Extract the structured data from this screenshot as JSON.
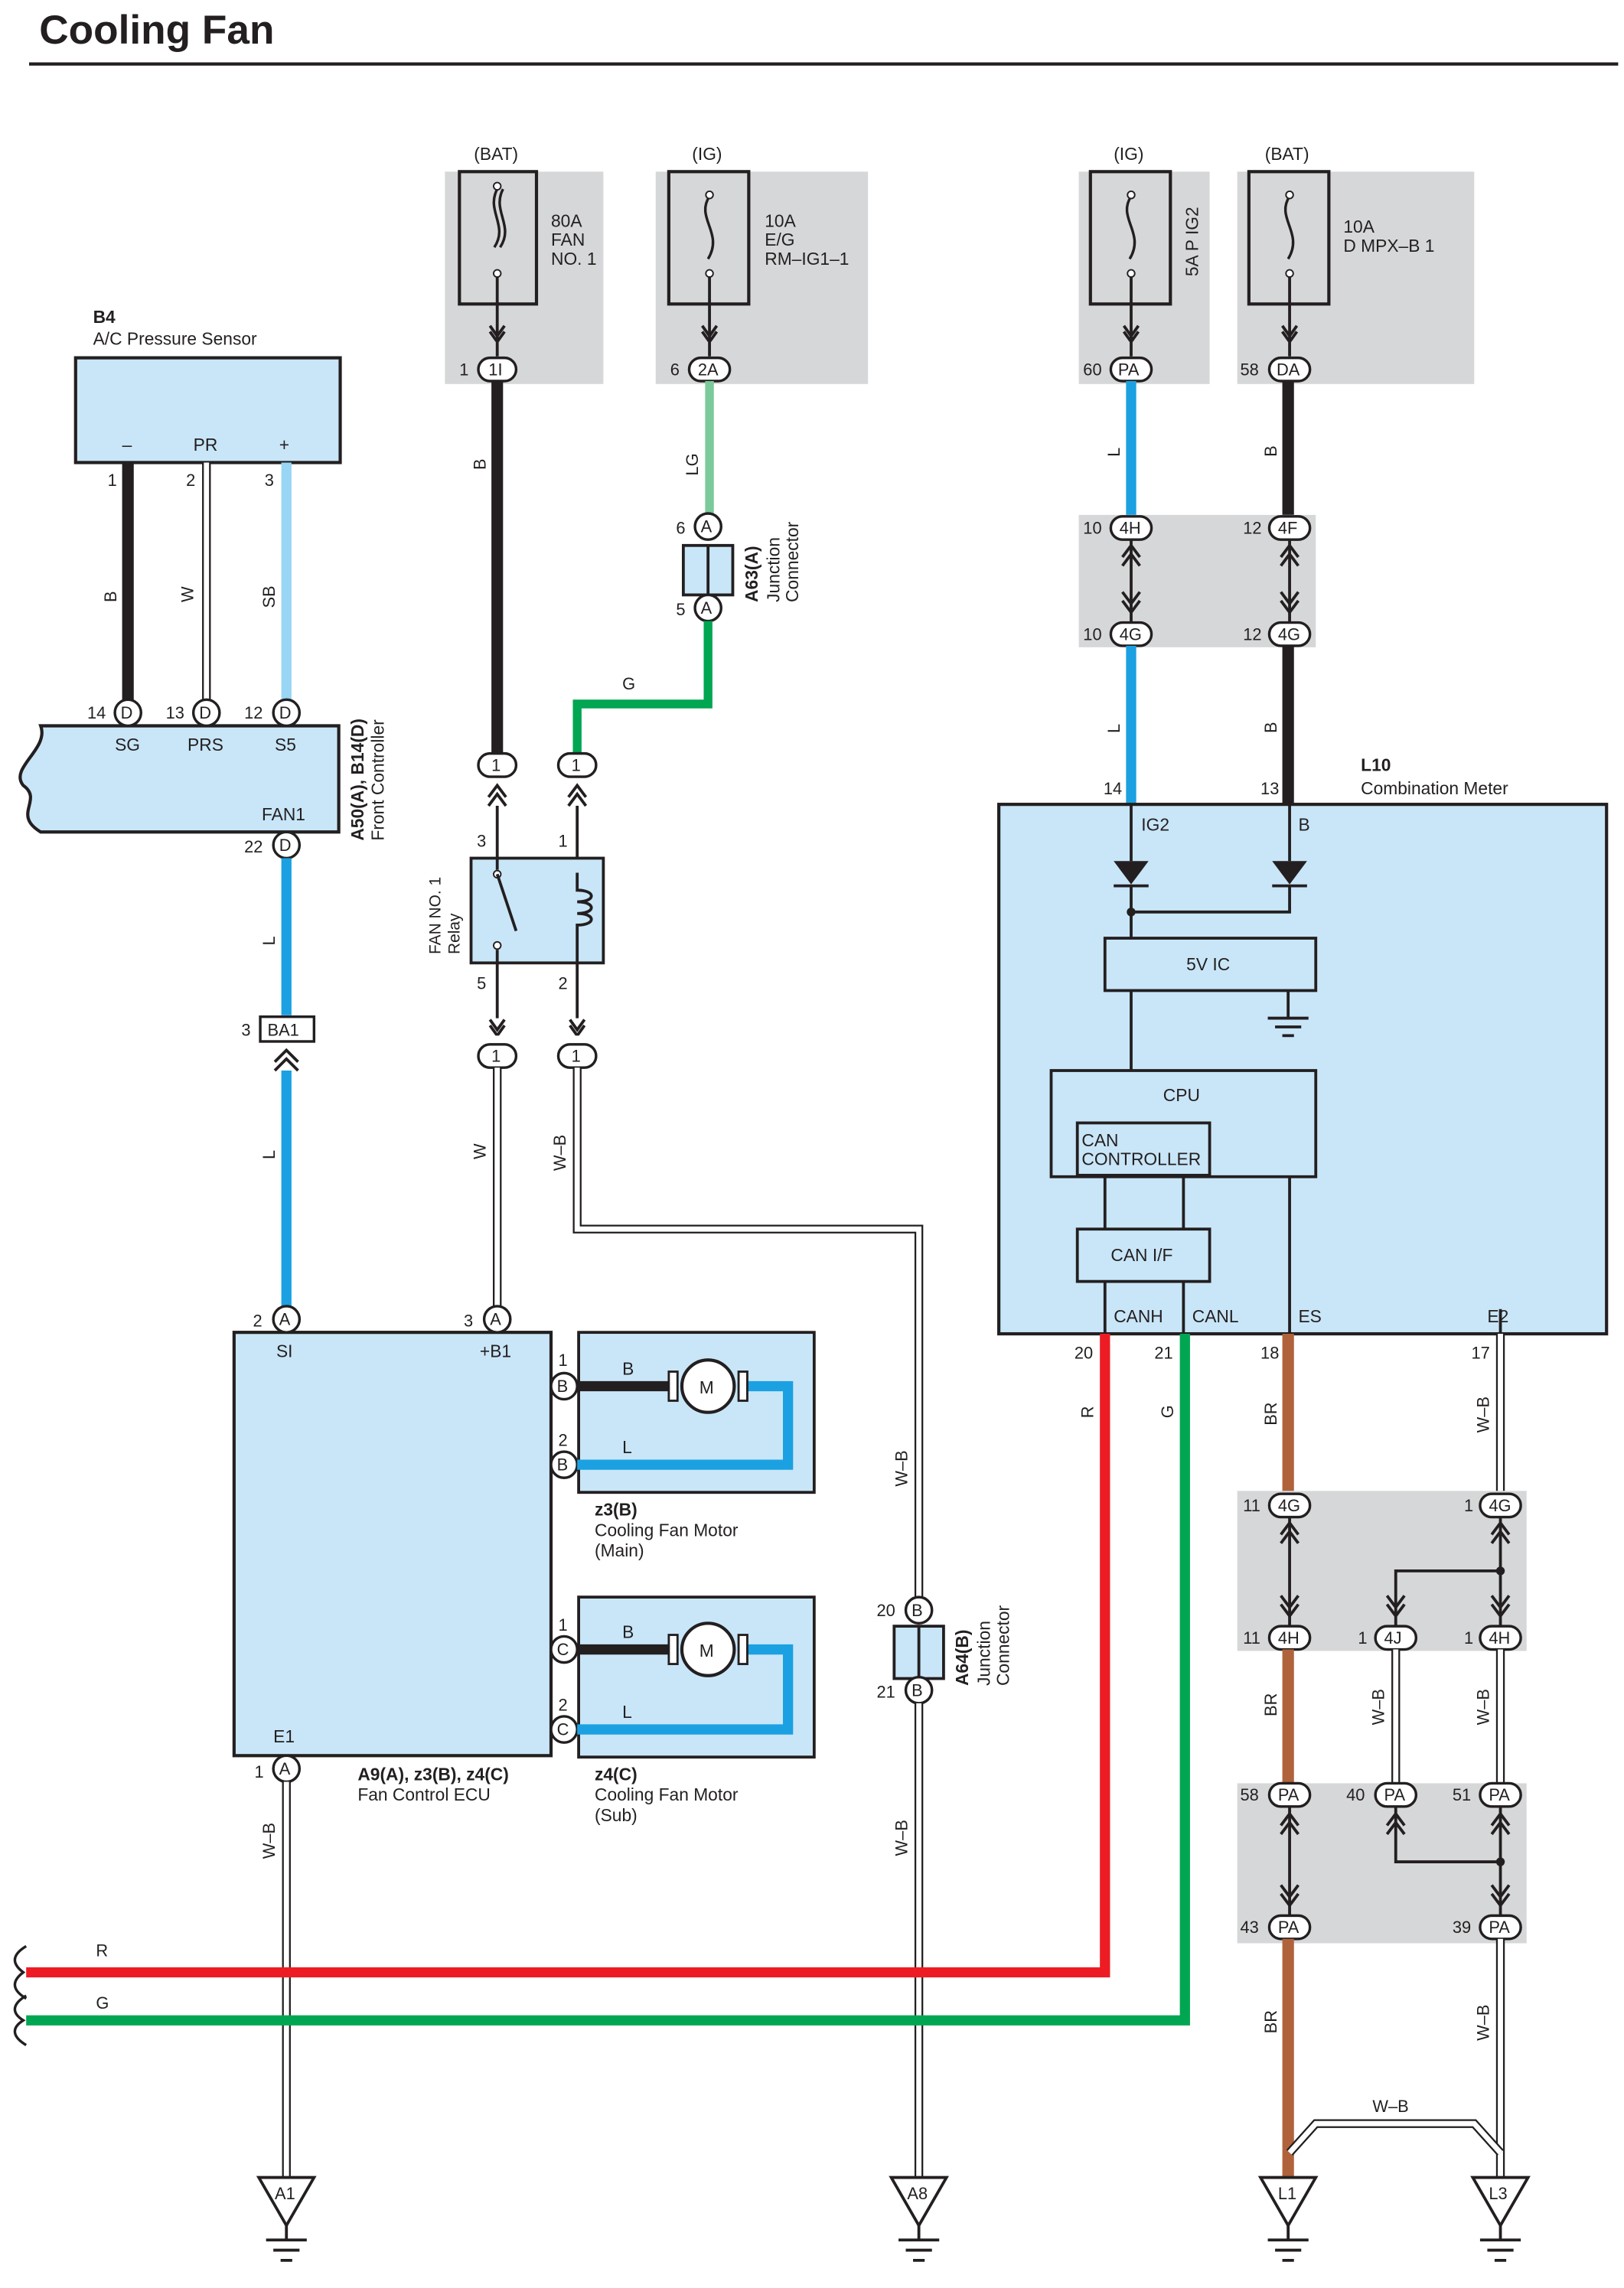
{
  "title": "Cooling Fan",
  "fuses": {
    "fan1": {
      "source": "(BAT)",
      "rating": "80A",
      "line1": "FAN",
      "line2": "NO. 1",
      "pin": "1",
      "conn": "1I"
    },
    "eg": {
      "source": "(IG)",
      "rating": "10A",
      "line1": "E/G",
      "line2": "RM–IG1–1",
      "pin": "6",
      "conn": "2A"
    },
    "ig2": {
      "source": "(IG)",
      "label": "5A P IG2",
      "pin": "60",
      "conn": "PA"
    },
    "dmpx": {
      "source": "(BAT)",
      "rating": "10A",
      "line1": "D MPX–B 1",
      "pin": "58",
      "conn": "DA"
    }
  },
  "sensor": {
    "code": "B4",
    "name": "A/C Pressure Sensor",
    "terms": [
      "–",
      "PR",
      "+"
    ],
    "pins": [
      "1",
      "2",
      "3"
    ],
    "wires": [
      "B",
      "W",
      "SB"
    ]
  },
  "front_controller": {
    "code": "A50(A), B14(D)",
    "name": "Front Controller",
    "terms": [
      "SG",
      "PRS",
      "S5",
      "FAN1"
    ],
    "pins": [
      "14",
      "13",
      "12",
      "22"
    ],
    "conn": "D"
  },
  "ba1": {
    "pin": "3",
    "conn": "BA1"
  },
  "a63": {
    "code": "A63(A)",
    "name1": "Junction",
    "name2": "Connector",
    "pin_top": "6",
    "pin_bottom": "5",
    "conn": "A"
  },
  "relay": {
    "name1": "FAN NO. 1",
    "name2": "Relay",
    "pins": [
      "3",
      "1",
      "5",
      "2"
    ],
    "conn": "1"
  },
  "ecu": {
    "code": "A9(A), z3(B), z4(C)",
    "name": "Fan Control ECU",
    "terms": [
      "SI",
      "+B1",
      "E1"
    ],
    "pins": {
      "si": "2",
      "b1": "3",
      "e1": "1",
      "main1": "1",
      "main2": "2",
      "sub1": "1",
      "sub2": "2"
    },
    "conns": {
      "a": "A",
      "b": "B",
      "c": "C"
    }
  },
  "motor_main": {
    "code": "z3(B)",
    "name": "Cooling Fan Motor",
    "sub": "(Main)",
    "symbol": "M",
    "wires": [
      "B",
      "L"
    ]
  },
  "motor_sub": {
    "code": "z4(C)",
    "name": "Cooling Fan Motor",
    "sub": "(Sub)",
    "symbol": "M",
    "wires": [
      "B",
      "L"
    ]
  },
  "a64": {
    "code": "A64(B)",
    "name1": "Junction",
    "name2": "Connector",
    "pin_top": "20",
    "pin_bottom": "21",
    "conn": "B"
  },
  "meter": {
    "code": "L10",
    "name": "Combination Meter",
    "terms": [
      "IG2",
      "B",
      "CANH",
      "CANL",
      "ES",
      "E2"
    ],
    "blocks": {
      "ic": "5V IC",
      "cpu": "CPU",
      "can1": "CAN",
      "can2": "CONTROLLER",
      "canif": "CAN I/F"
    },
    "pins": {
      "ig2": "14",
      "b": "13",
      "canh": "20",
      "canl": "21",
      "es": "18",
      "e2": "17"
    }
  },
  "junctions": {
    "h10": {
      "pin": "10",
      "conn": "4H"
    },
    "g10": {
      "pin": "10",
      "conn": "4G"
    },
    "f12": {
      "pin": "12",
      "conn": "4F"
    },
    "g12": {
      "pin": "12",
      "conn": "4G"
    },
    "g11": {
      "pin": "11",
      "conn": "4G"
    },
    "g1": {
      "pin": "1",
      "conn": "4G"
    },
    "h11": {
      "pin": "11",
      "conn": "4H"
    },
    "j1": {
      "pin": "1",
      "conn": "4J"
    },
    "h1": {
      "pin": "1",
      "conn": "4H"
    },
    "pa58": {
      "pin": "58",
      "conn": "PA"
    },
    "pa40": {
      "pin": "40",
      "conn": "PA"
    },
    "pa51": {
      "pin": "51",
      "conn": "PA"
    },
    "pa43": {
      "pin": "43",
      "conn": "PA"
    },
    "pa39": {
      "pin": "39",
      "conn": "PA"
    }
  },
  "wire_labels": {
    "b_fan": "B",
    "lg": "LG",
    "g_top": "G",
    "l_fc": "L",
    "l_ba": "L",
    "w_relay": "W",
    "wb_relay": "W–B",
    "l_meter1": "L",
    "b_meter1": "B",
    "l_meter2": "L",
    "b_meter2": "B",
    "r": "R",
    "g": "G",
    "br1": "BR",
    "wb1": "W–B",
    "wb_a64a": "W–B",
    "wb_a64b": "W–B",
    "wb_e1": "W–B",
    "br2": "BR",
    "wb_j": "W–B",
    "wb_h": "W–B",
    "br3": "BR",
    "wb_l": "W–B",
    "wb_span": "W–B",
    "bus_r": "R",
    "bus_g": "G"
  },
  "grounds": [
    "A1",
    "A8",
    "L1",
    "L3"
  ],
  "colors": {
    "black": "#231f20",
    "white": "#ffffff",
    "sky": "#99d5f4",
    "blue": "#1ba1e2",
    "lightgreen": "#7cc99c",
    "green": "#00a651",
    "red": "#ed1c24",
    "brown": "#b0633b",
    "panel": "#c9e6f8",
    "grey": "#d6d7d8"
  }
}
